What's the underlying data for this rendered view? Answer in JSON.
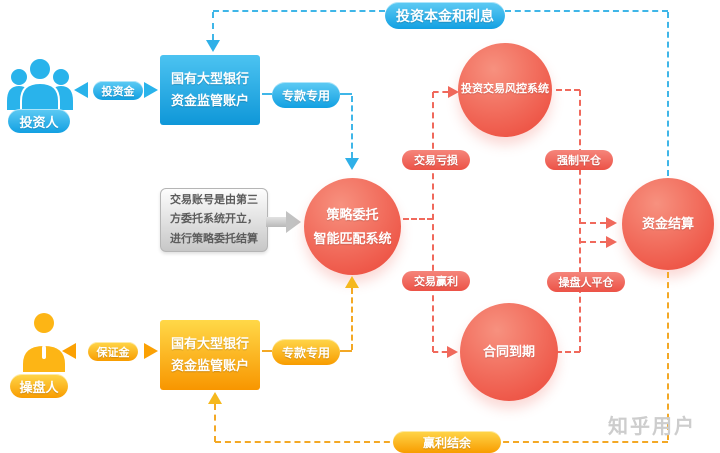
{
  "nodes": {
    "top_flow": "投资本金和利息",
    "investor_label": "投资人",
    "invest_fund": "投资金",
    "bank_top_line1": "国有大型银行",
    "bank_top_line2": "资金监管账户",
    "earmark_top": "专款专用",
    "note_line1": "交易账号是由第三",
    "note_line2": "方委托系统开立，",
    "note_line3": "进行策略委托结算",
    "match_line1": "策略委托",
    "match_line2": "智能匹配系统",
    "risk_system": "投资交易风控系统",
    "trade_loss": "交易亏损",
    "force_close": "强制平仓",
    "trade_profit": "交易赢利",
    "trader_close": "操盘人平仓",
    "settlement": "资金结算",
    "contract_due": "合同到期",
    "margin_fund": "保证金",
    "bank_bottom_line1": "国有大型银行",
    "bank_bottom_line2": "资金监管账户",
    "earmark_bottom": "专款专用",
    "trader_label": "操盘人",
    "profit_balance": "赢利结余",
    "watermark": "知乎用户"
  },
  "colors": {
    "blue": "#29b3eb",
    "blue_dash": "#3fb6e8",
    "red": "#ee5647",
    "red_dash": "#f0695c",
    "yellow": "#f89c00",
    "yellow_dash": "#f3a825",
    "note_text": "#5c5c5c",
    "watermark": "#cdcdcd"
  }
}
